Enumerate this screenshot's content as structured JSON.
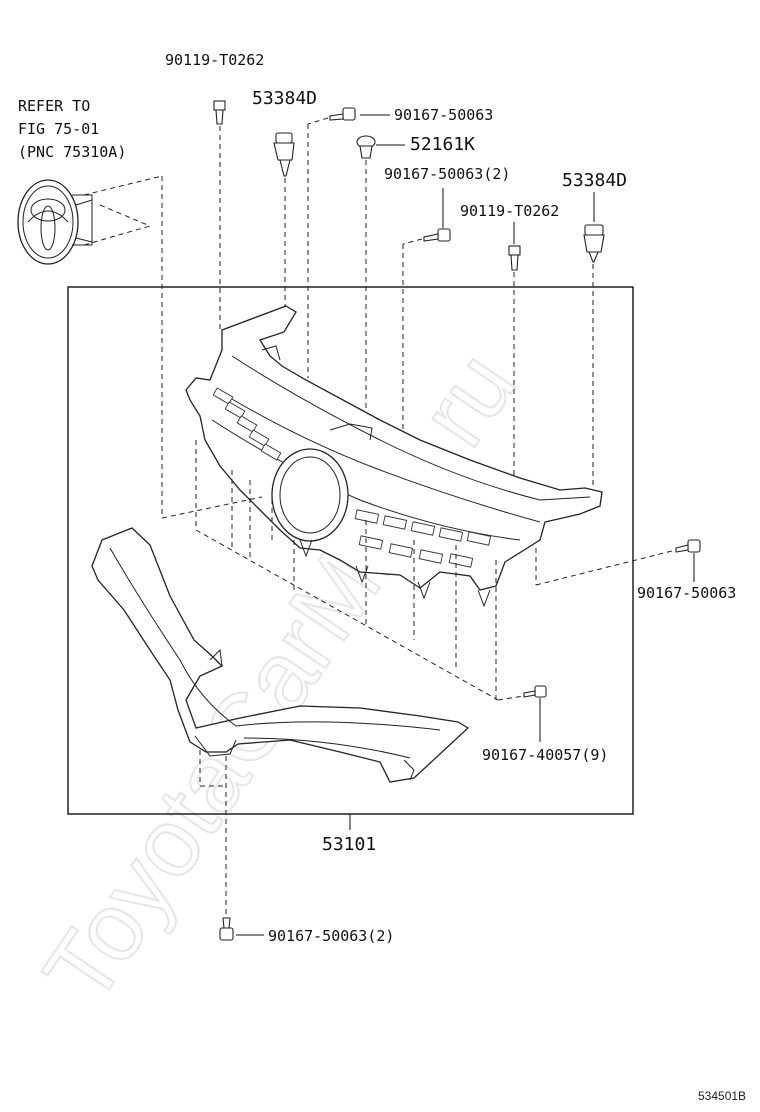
{
  "watermark": "ToyotaCarMine.ru",
  "diagram_id": "534501B",
  "refer_note": {
    "line1": "REFER TO",
    "line2": "FIG 75-01",
    "line3": "(PNC 75310A)"
  },
  "callouts": {
    "bolt_top_left": "90119-T0262",
    "clip_left": "53384D",
    "screw_top": "90167-50063",
    "retainer": "52161K",
    "screw_qty2_top": "90167-50063(2)",
    "clip_right": "53384D",
    "bolt_right": "90119-T0262",
    "screw_right": "90167-50063",
    "screw_qty9": "90167-40057(9)",
    "grille_assembly": "53101",
    "screw_bottom_qty2": "90167-50063(2)"
  }
}
